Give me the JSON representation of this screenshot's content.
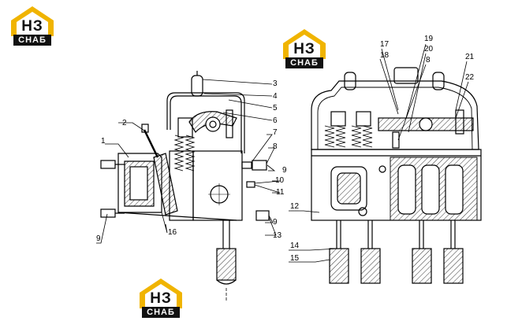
{
  "logo": {
    "monogram": "НЗ",
    "wordmark": "СНАБ",
    "roof_color": "#f0b400",
    "ink_color": "#111111"
  },
  "callouts": {
    "left": [
      "1",
      "2",
      "3",
      "4",
      "5",
      "6",
      "7",
      "8",
      "9",
      "10",
      "11",
      "9",
      "13",
      "16",
      "9"
    ],
    "right": [
      "17",
      "18",
      "19",
      "20",
      "8",
      "21",
      "22",
      "12",
      "14",
      "15"
    ]
  }
}
